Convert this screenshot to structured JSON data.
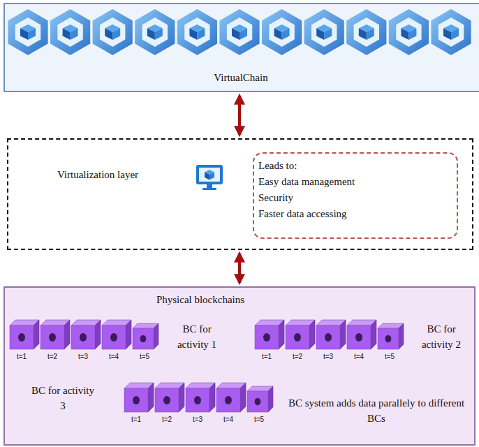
{
  "diagram": {
    "nodes": [
      {
        "text": [
          "VirtualChain"
        ]
      },
      {
        "text": [
          "Virtualization layer"
        ]
      },
      {
        "text": [
          "Leads to:",
          "Easy data management",
          "Security",
          "Faster data accessing"
        ],
        "in": 1
      },
      {
        "text": [
          "Physical blockchains"
        ]
      }
    ],
    "edges": [
      {
        "from": 0,
        "to": 1,
        "arrow": "both"
      },
      {
        "from": 1,
        "to": 3,
        "arrow": "both"
      }
    ],
    "labels": [
      "BC for activity 1",
      "BC for activity 2",
      "t=1",
      "t=2",
      "t=3",
      "t=4",
      "t=5",
      "t=1",
      "t=2",
      "t=3",
      "t=4",
      "t=5",
      "BC for activity 3",
      "t=1",
      "t=2",
      "t=3",
      "t=4",
      "t=5",
      "BC system adds data parallely to different BCs"
    ]
  }
}
